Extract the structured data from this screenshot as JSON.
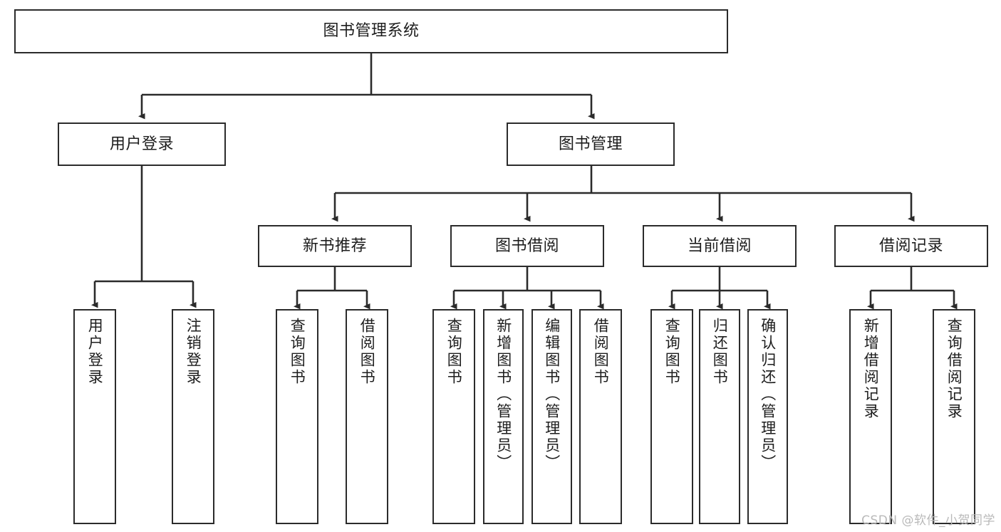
{
  "diagram": {
    "title": "图书管理系统",
    "type": "hierarchy-tree",
    "watermark": "CSDN @软件_小贺同学",
    "colors": {
      "box_border": "#2b2b2b",
      "box_fill": "#ffffff",
      "edge": "#2b2b2b",
      "text": "#1d1d1d",
      "background": "#ffffff",
      "watermark": "#b9b9b9"
    },
    "nodes": {
      "root": {
        "label": "图书管理系统"
      },
      "level2": [
        {
          "id": "user-login",
          "label": "用户登录"
        },
        {
          "id": "book-management",
          "label": "图书管理"
        }
      ],
      "level3": [
        {
          "id": "new-book-recommend",
          "label": "新书推荐"
        },
        {
          "id": "book-borrow",
          "label": "图书借阅"
        },
        {
          "id": "current-borrow",
          "label": "当前借阅"
        },
        {
          "id": "borrow-record",
          "label": "借阅记录"
        }
      ],
      "leaves": {
        "user_login": [
          {
            "id": "leaf-user-login",
            "label": "用户登录"
          },
          {
            "id": "leaf-logout-login",
            "label": "注销登录"
          }
        ],
        "new_book_recommend": [
          {
            "id": "leaf-query-book-1",
            "label": "查询图书"
          },
          {
            "id": "leaf-borrow-book-1",
            "label": "借阅图书"
          }
        ],
        "book_borrow": [
          {
            "id": "leaf-query-book-2",
            "label": "查询图书"
          },
          {
            "id": "leaf-add-book",
            "label": "新增图书（管理员）"
          },
          {
            "id": "leaf-edit-book",
            "label": "编辑图书（管理员）"
          },
          {
            "id": "leaf-borrow-book-2",
            "label": "借阅图书"
          }
        ],
        "current_borrow": [
          {
            "id": "leaf-query-book-3",
            "label": "查询图书"
          },
          {
            "id": "leaf-return-book",
            "label": "归还图书"
          },
          {
            "id": "leaf-confirm-return",
            "label": "确认归还（管理员）"
          }
        ],
        "borrow_record": [
          {
            "id": "leaf-add-record",
            "label": "新增借阅记录"
          },
          {
            "id": "leaf-query-record",
            "label": "查询借阅记录"
          }
        ]
      }
    }
  }
}
